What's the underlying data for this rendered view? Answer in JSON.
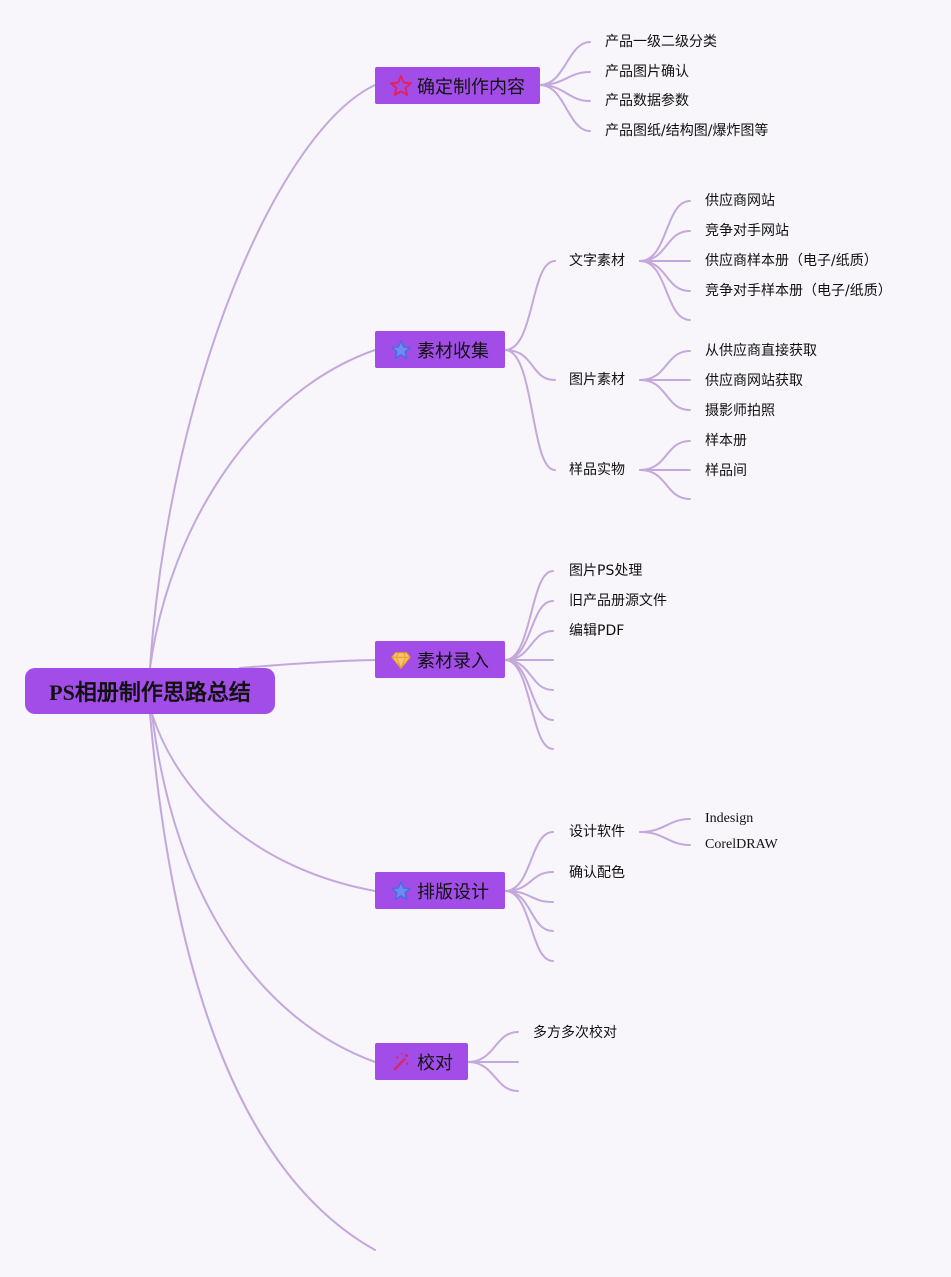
{
  "root": {
    "title": "PS相册制作思路总结"
  },
  "colors": {
    "node_fill": "#a24de8",
    "link": "#c4a8dc",
    "background": "#f8f5fb"
  },
  "branches": [
    {
      "label": "确定制作内容",
      "icon": "star-outline-icon",
      "children": [
        {
          "label": "产品一级二级分类"
        },
        {
          "label": "产品图片确认"
        },
        {
          "label": "产品数据参数"
        },
        {
          "label": "产品图纸/结构图/爆炸图等"
        }
      ]
    },
    {
      "label": "素材收集",
      "icon": "star-icon",
      "children": [
        {
          "label": "文字素材",
          "children": [
            {
              "label": "供应商网站"
            },
            {
              "label": "竞争对手网站"
            },
            {
              "label": "供应商样本册（电子/纸质）"
            },
            {
              "label": "竞争对手样本册（电子/纸质）"
            }
          ]
        },
        {
          "label": "图片素材",
          "children": [
            {
              "label": "从供应商直接获取"
            },
            {
              "label": "供应商网站获取"
            },
            {
              "label": "摄影师拍照"
            }
          ]
        },
        {
          "label": "样品实物",
          "children": [
            {
              "label": "样本册"
            },
            {
              "label": "样品间"
            }
          ]
        }
      ]
    },
    {
      "label": "素材录入",
      "icon": "diamond-icon",
      "children": [
        {
          "label": "图片PS处理"
        },
        {
          "label": "旧产品册源文件"
        },
        {
          "label": "编辑PDF"
        }
      ]
    },
    {
      "label": "排版设计",
      "icon": "star-icon",
      "children": [
        {
          "label": "设计软件",
          "children": [
            {
              "label": "Indesign"
            },
            {
              "label": "CorelDRAW"
            }
          ]
        },
        {
          "label": "确认配色"
        }
      ]
    },
    {
      "label": "校对",
      "icon": "magic-wand-icon",
      "children": [
        {
          "label": "多方多次校对"
        }
      ]
    }
  ]
}
